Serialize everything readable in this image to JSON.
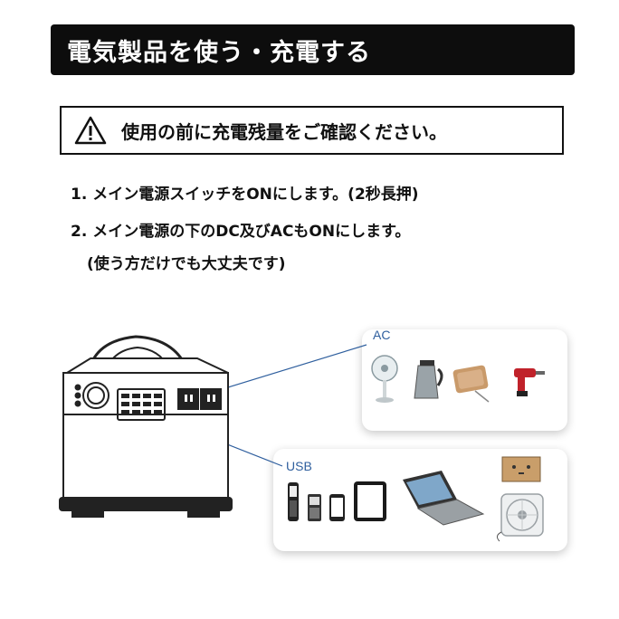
{
  "header": {
    "title": "電気製品を使う・充電する"
  },
  "warning": {
    "icon": "warning-triangle-icon",
    "text": "使用の前に充電残量をご確認ください。"
  },
  "steps": [
    "1. メイン電源スイッチをONにします。(2秒長押)",
    "2. メイン電源の下のDC及びACもONにします。"
  ],
  "note": "(使う方だけでも大丈夫です)",
  "ac": {
    "label": "AC",
    "devices": [
      "fan-icon",
      "kettle-icon",
      "electric-blanket-icon",
      "drill-icon"
    ]
  },
  "usb": {
    "label": "USB",
    "devices": [
      "phone-icon",
      "phone-icon",
      "smartphone-icon",
      "tablet-icon",
      "laptop-icon",
      "box-icon",
      "desk-fan-icon"
    ]
  },
  "colors": {
    "header_bg": "#0d0d0d",
    "accent_line": "#2f5f9e"
  }
}
